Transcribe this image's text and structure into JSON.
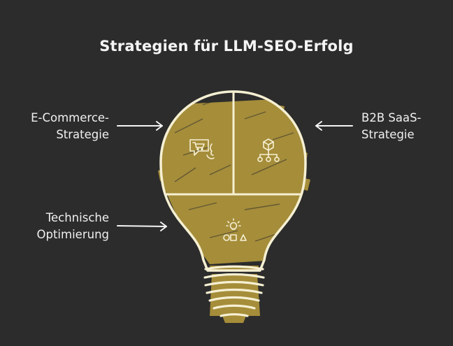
{
  "title": "Strategien für LLM-SEO-Erfolg",
  "labels": {
    "ecommerce": {
      "line1": "E-Commerce-",
      "line2": "Strategie"
    },
    "b2b": {
      "line1": "B2B SaaS-",
      "line2": "Strategie"
    },
    "tech": {
      "line1": "Technische",
      "line2": "Optimierung"
    }
  },
  "icons": {
    "ecommerce": "shopping-cart-chat-icon",
    "b2b": "hierarchy-network-icon",
    "tech": "idea-shapes-icon"
  },
  "colors": {
    "background": "#2c2c2c",
    "fill": "#a58d3a",
    "outline": "#f6f0d3",
    "text": "#f0f0f0"
  }
}
